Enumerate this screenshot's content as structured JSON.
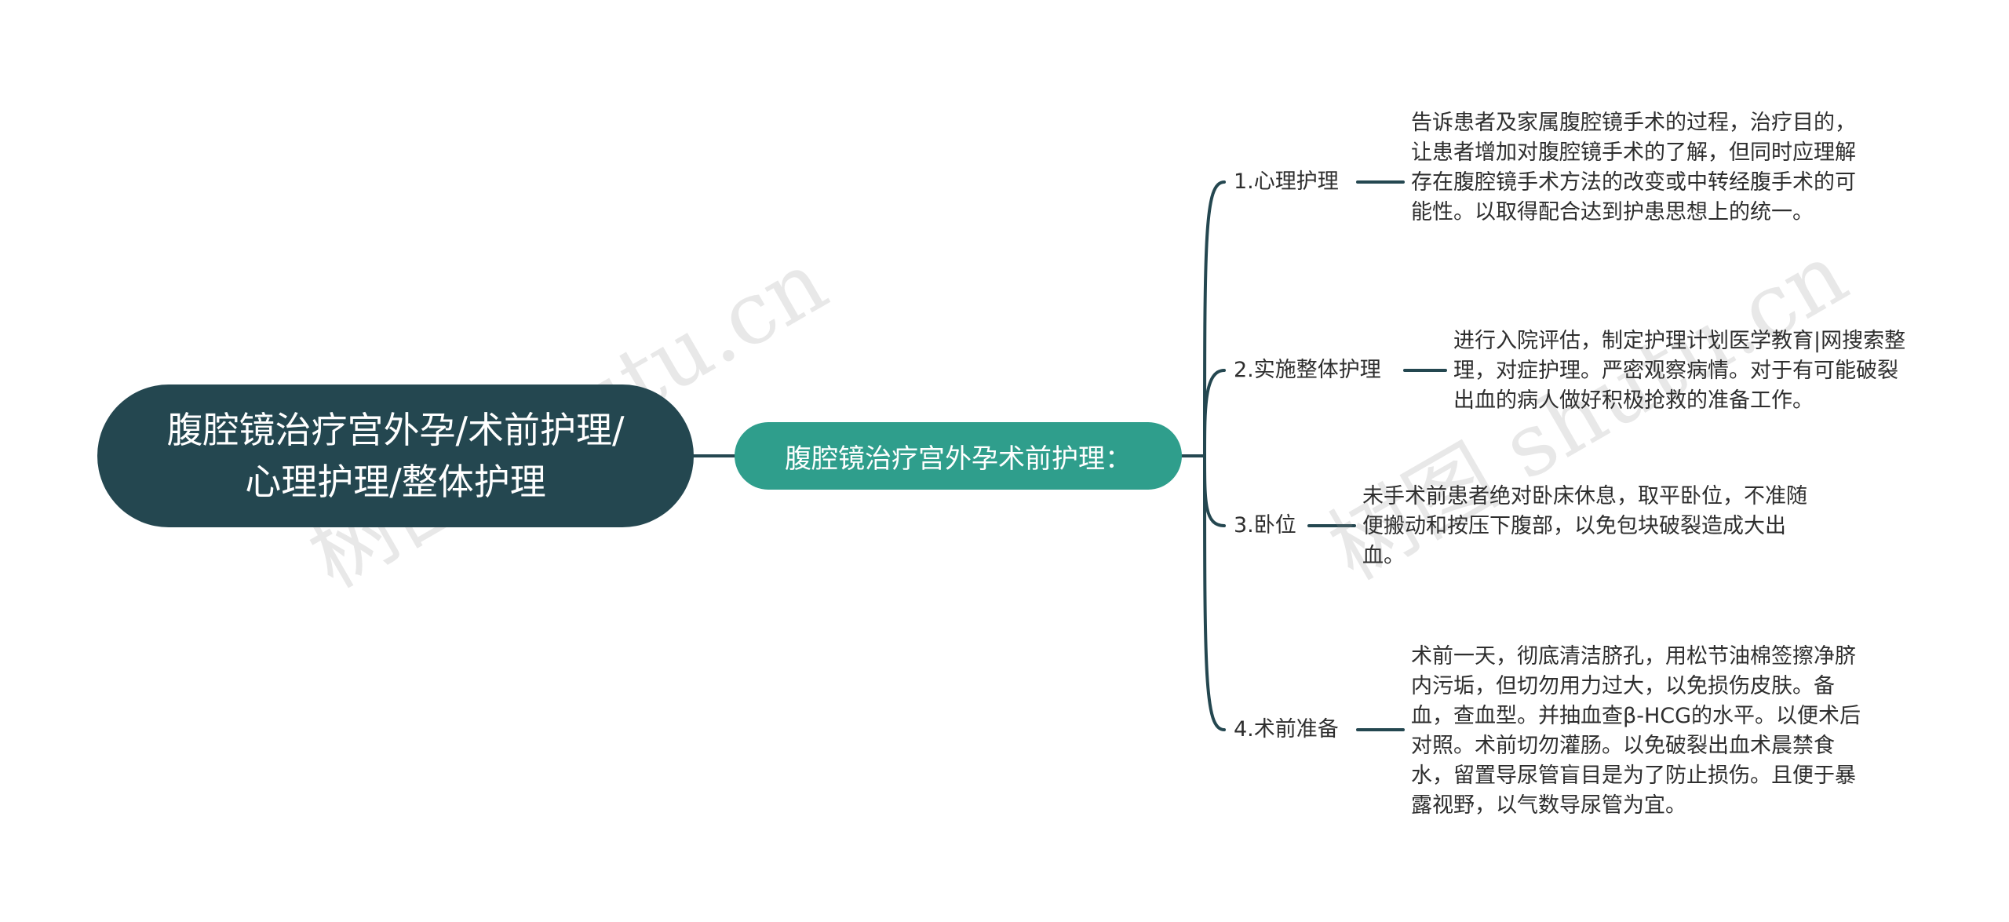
{
  "root": {
    "title": "腹腔镜治疗宫外孕/术前护理/心理护理/整体护理"
  },
  "center": {
    "title": "腹腔镜治疗宫外孕术前护理："
  },
  "branches": [
    {
      "label": "1.心理护理",
      "text": "告诉患者及家属腹腔镜手术的过程，治疗目的，让患者增加对腹腔镜手术的了解，但同时应理解存在腹腔镜手术方法的改变或中转经腹手术的可能性。以取得配合达到护患思想上的统一。"
    },
    {
      "label": "2.实施整体护理",
      "text": "进行入院评估，制定护理计划医学教育|网搜索整理，对症护理。严密观察病情。对于有可能破裂出血的病人做好积极抢救的准备工作。"
    },
    {
      "label": "3.卧位",
      "text": "未手术前患者绝对卧床休息，取平卧位，不准随便搬动和按压下腹部，以免包块破裂造成大出血。"
    },
    {
      "label": "4.术前准备",
      "text": "术前一天，彻底清洁脐孔，用松节油棉签擦净脐内污垢，但切勿用力过大，以免损伤皮肤。备血，查血型。并抽血查β-HCG的水平。以便术后对照。术前切勿灌肠。以免破裂出血术晨禁食水，留置导尿管盲目是为了防止损伤。且便于暴露视野，以气数导尿管为宜。"
    }
  ],
  "watermarks": [
    "树图 shutu.cn",
    "树图 shutu.cn"
  ],
  "colors": {
    "root": "#244750",
    "center": "#2f9e8c",
    "line": "#244750"
  }
}
